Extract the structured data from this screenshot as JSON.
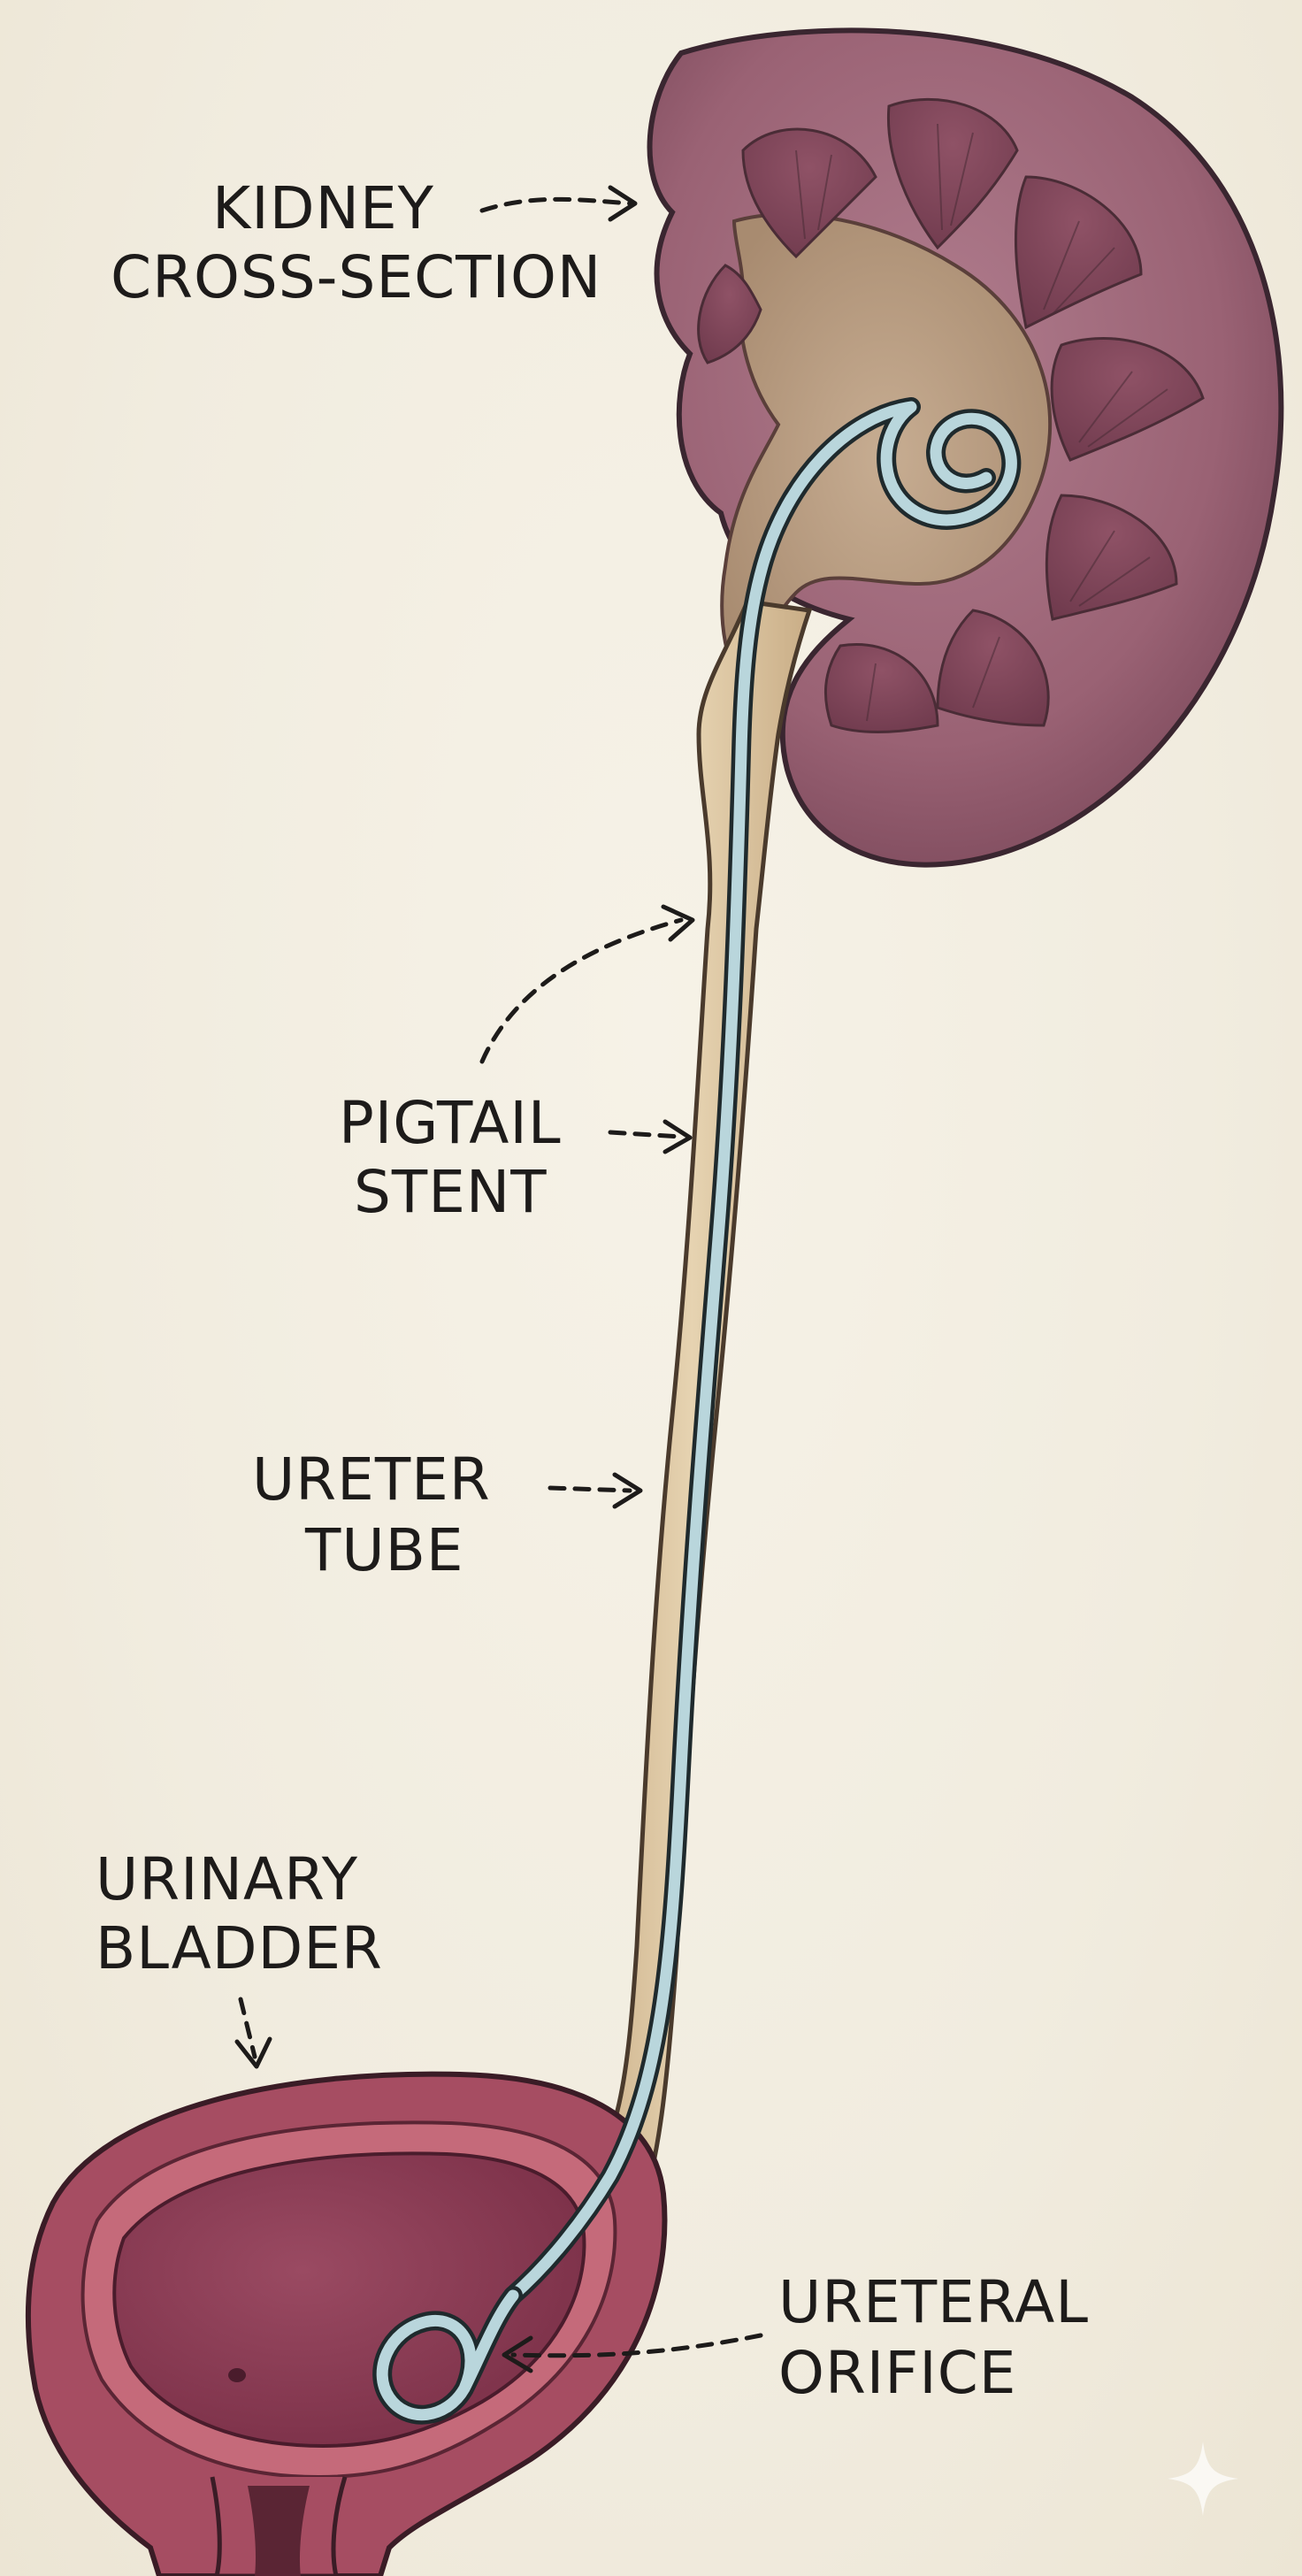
{
  "labels": {
    "kidney": [
      "KIDNEY",
      "CROSS-SECTION"
    ],
    "stent": [
      "PIGTAIL",
      "STENT"
    ],
    "ureter": [
      "URETER",
      "TUBE"
    ],
    "bladder": [
      "URINARY",
      "BLADDER"
    ],
    "orifice": [
      "URETERAL",
      "ORIFICE"
    ]
  },
  "colors": {
    "background": "#f3eee1",
    "kidney_cortex": "#9a6274",
    "kidney_pelvis": "#b59a80",
    "ureter": "#ddc7a3",
    "stent": "#b9d6dc",
    "bladder_wall": "#a64d62",
    "bladder_interior": "#8d3d55",
    "ink": "#1d1b1a"
  }
}
